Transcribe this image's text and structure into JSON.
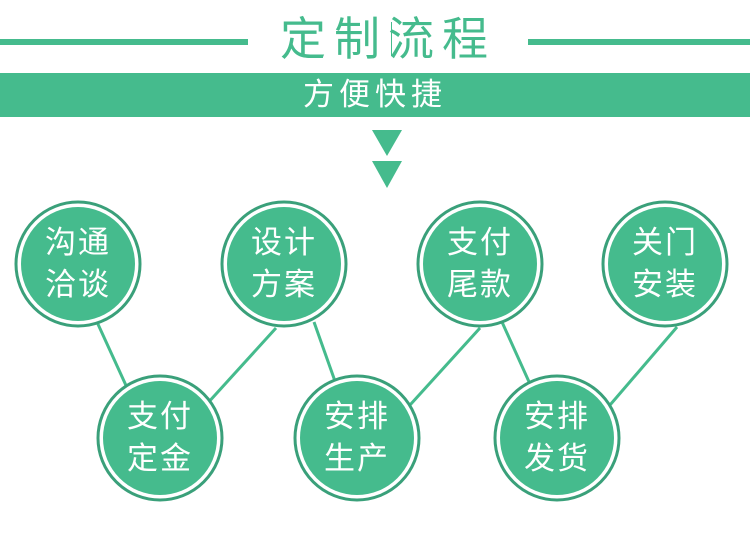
{
  "header": {
    "title": "定制流程",
    "subtitle": "方便快捷"
  },
  "colors": {
    "accent": "#45bb8d",
    "ring": "#3aa07a",
    "text_on_accent": "#ffffff"
  },
  "steps": [
    {
      "line1": "沟通",
      "line2": "洽谈"
    },
    {
      "line1": "支付",
      "line2": "定金"
    },
    {
      "line1": "设计",
      "line2": "方案"
    },
    {
      "line1": "安排",
      "line2": "生产"
    },
    {
      "line1": "支付",
      "line2": "尾款"
    },
    {
      "line1": "安排",
      "line2": "发货"
    },
    {
      "line1": "关门",
      "line2": "安装"
    }
  ]
}
